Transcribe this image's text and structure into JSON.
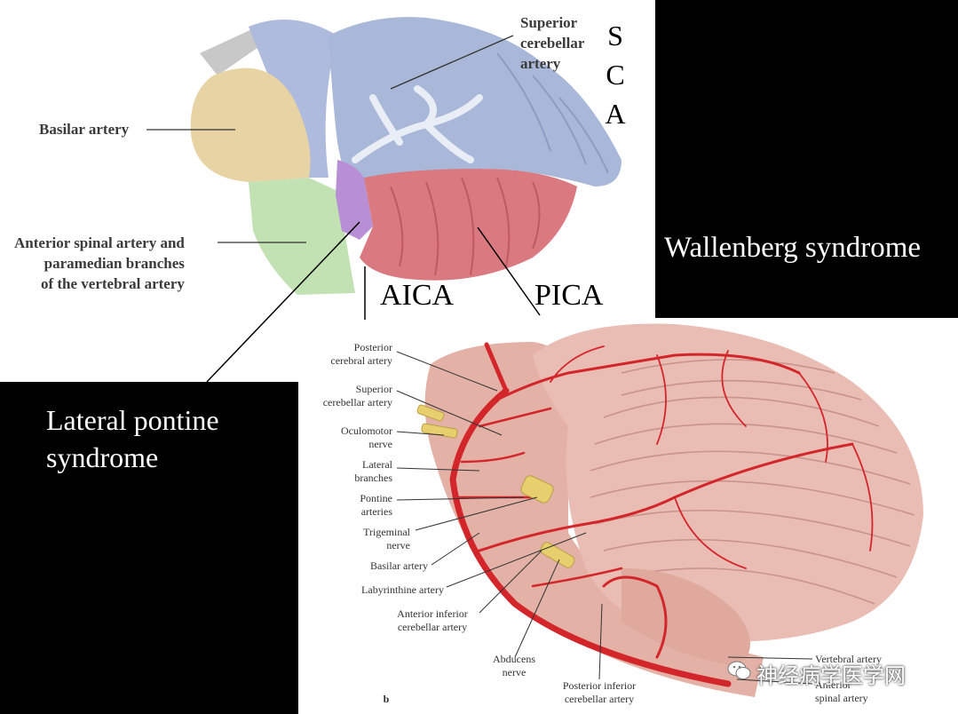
{
  "top_panel": {
    "labels": {
      "superior_cerebellar": [
        "Superior",
        "cerebellar",
        "artery"
      ],
      "basilar": "Basilar artery",
      "anterior_spinal": [
        "Anterior spinal artery and",
        "paramedian branches",
        "of the vertebral artery"
      ]
    },
    "sca_letters": [
      "S",
      "C",
      "A"
    ],
    "aica": "AICA",
    "pica": "PICA"
  },
  "right_box": {
    "text": "Wallenberg syndrome"
  },
  "left_box": {
    "lines": [
      "Lateral pontine",
      "syndrome"
    ]
  },
  "bottom_panel": {
    "labels": {
      "posterior_cerebral": [
        "Posterior",
        "cerebral artery"
      ],
      "superior_cerebellar": [
        "Superior",
        "cerebellar artery"
      ],
      "oculomotor": [
        "Oculomotor",
        "nerve"
      ],
      "lateral_branches": [
        "Lateral",
        "branches"
      ],
      "pontine_arteries": [
        "Pontine",
        "arteries"
      ],
      "trigeminal": [
        "Trigeminal",
        "nerve"
      ],
      "basilar": "Basilar artery",
      "labyrinthine": "Labyrinthine artery",
      "aica": [
        "Anterior inferior",
        "cerebellar artery"
      ],
      "abducens": [
        "Abducens",
        "nerve"
      ],
      "pica": [
        "Posterior inferior",
        "cerebellar artery"
      ],
      "vertebral": "Vertebral artery",
      "anterior_spinal": [
        "Anterior",
        "spinal artery"
      ]
    },
    "panel_letter": "b"
  },
  "watermark": "神经病学医学网",
  "colors": {
    "sca_region": "#a9b8d8",
    "aica_region": "#b58bd0",
    "pica_region": "#d9787e",
    "basilar_region": "#e6d2a0",
    "anterior_spinal_region": "#bfe0b0",
    "brain": "#e8b9b0",
    "artery": "#d8262a",
    "nerve": "#e8d470"
  }
}
